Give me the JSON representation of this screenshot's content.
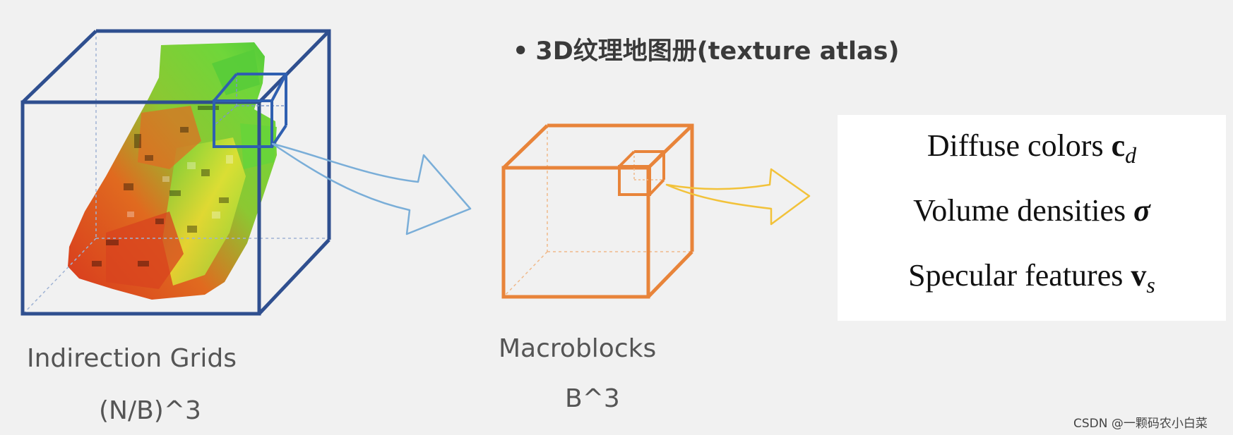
{
  "title": {
    "bullet": "•",
    "text": "3D纹理地图册(texture atlas)"
  },
  "nodes": {
    "indirection": {
      "label": "Indirection Grids",
      "size": "(N/B)^3",
      "color": "#2f4f8f"
    },
    "macroblocks": {
      "label": "Macroblocks",
      "size": "B^3",
      "color": "#e8843a"
    },
    "attributes": {
      "lines": [
        {
          "text": "Diffuse colors ",
          "symbol": "c",
          "sub": "d",
          "symbol_style": "bold"
        },
        {
          "text": "Volume densities ",
          "symbol": "σ",
          "sub": "",
          "symbol_style": "bold-italic"
        },
        {
          "text": "Specular features ",
          "symbol": "v",
          "sub": "s",
          "symbol_style": "bold"
        }
      ]
    }
  },
  "arrows": {
    "grid_to_macro": {
      "color": "#7aaed8"
    },
    "macro_to_attr": {
      "color": "#f2c23a"
    }
  },
  "watermark": "CSDN @一颗码农小白菜"
}
